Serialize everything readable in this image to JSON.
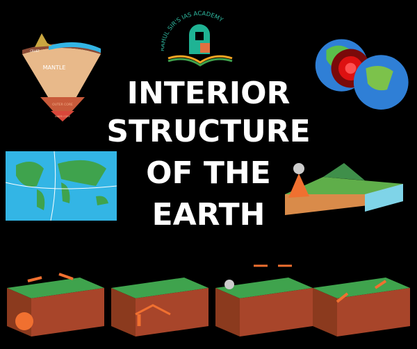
{
  "logo": {
    "text": "RAHUL SIR'S IAS ACADEMY"
  },
  "title": {
    "lines": [
      "INTERIOR",
      "STRUCTURE",
      "OF THE",
      "EARTH"
    ]
  },
  "wedge": {
    "labels": [
      "CRUST",
      "MANTLE",
      "OUTER CORE",
      "INNER CORE"
    ]
  },
  "colors": {
    "background": "#000000",
    "title": "#ffffff",
    "ocean": "#33b5e5",
    "land": "#3fa34d",
    "mantle": "#e8b98a",
    "core": "#d9473a",
    "arrow": "#f07030"
  }
}
